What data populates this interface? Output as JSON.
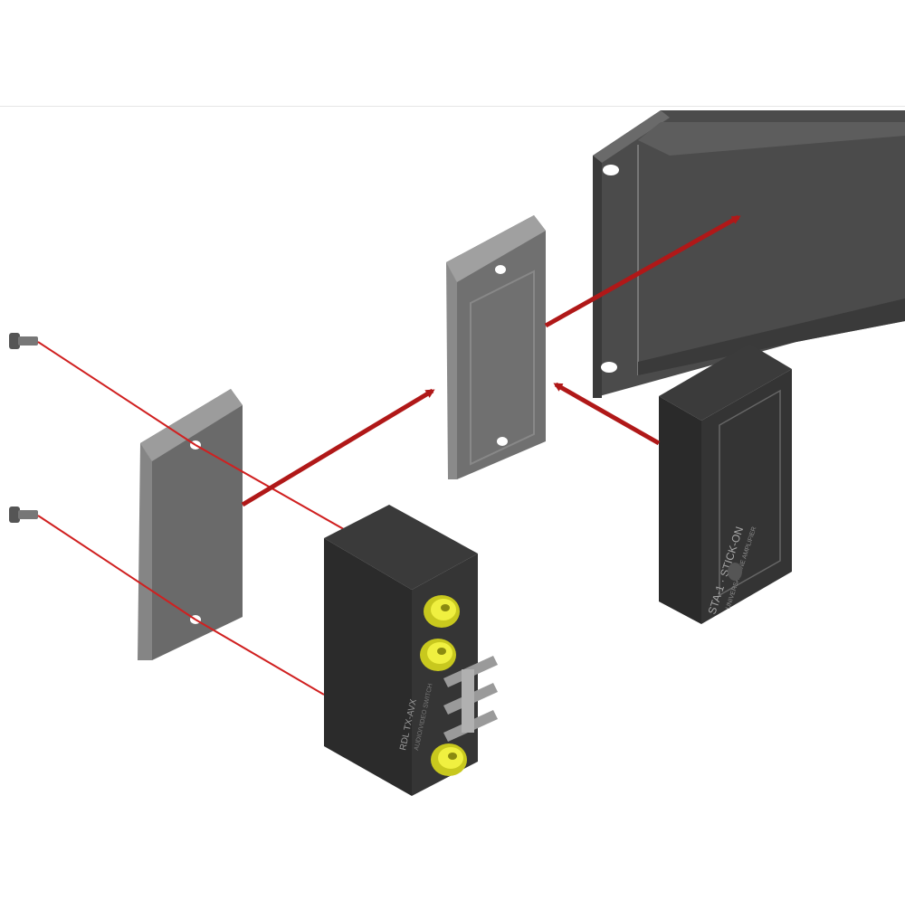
{
  "colors": {
    "background": "#ffffff",
    "panel_dark": "#4a4a4a",
    "panel_mid": "#5a5a5a",
    "panel_light": "#8a8a8a",
    "bracket": "#6e6e6e",
    "bracket_lip": "#9a9a9a",
    "module_top": "#3a3a3a",
    "module_side": "#2a2a2a",
    "connector": "#e8e830",
    "arrow": "#b01818",
    "guide_line": "#d02020"
  },
  "components": {
    "rca_module": {
      "label": "RDL  TX-AVX",
      "sublabel": "AUDIO/VIDEO  SWITCH"
    },
    "stick_on_module": {
      "label": "STA-1  ·  STICK-ON",
      "sublabel": "UNIVERSAL LINE AMPLIFIER"
    }
  },
  "icons": {
    "screw_top": "screw-icon",
    "screw_bottom": "screw-icon"
  }
}
